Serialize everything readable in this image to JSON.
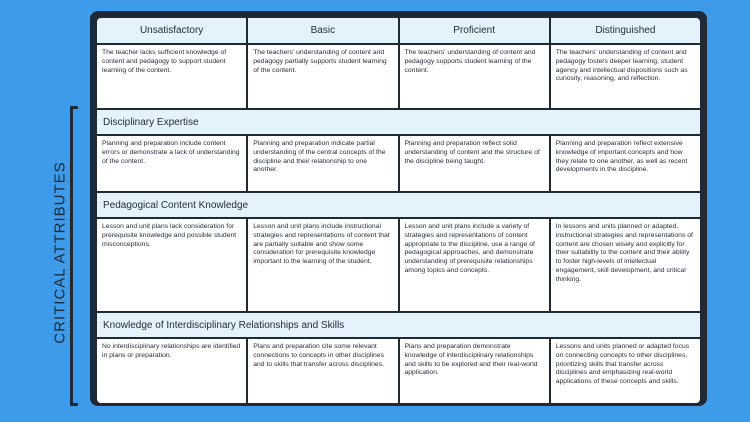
{
  "side_label": "CRITICAL ATTRIBUTES",
  "columns": [
    "Unsatisfactory",
    "Basic",
    "Proficient",
    "Distinguished"
  ],
  "overall_row": [
    "The teacher lacks sufficient knowledge of content and pedagogy to support student learning of the content.",
    "The teachers' understanding of content and pedagogy partially supports student learning of the content.",
    "The teachers' understanding of content and pedagogy supports student learning of the content.",
    "The teachers' understanding of content and pedagogy fosters deeper learning, student agency and intellectual dispositions such as curiosity, reasoning, and reflection."
  ],
  "sections": [
    {
      "title": "Disciplinary Expertise",
      "cells": [
        "Planning and preparation include content errors or demonstrate a lack of understanding of the content.",
        "Planning and preparation indicate partial understanding of the central concepts of the discipline and their relationship to one another.",
        "Planning and preparation reflect solid understanding of content and the structure of the discipline being taught.",
        "Planning and preparation reflect extensive knowledge of important concepts and how they relate to one another, as well as recent developments in the discipline."
      ]
    },
    {
      "title": "Pedagogical Content Knowledge",
      "cells": [
        "Lesson and unit plans lack consideration for prerequisite knowledge and possible student misconceptions.",
        "Lesson and unit plans include instructional strategies and representations of content that are partially suitable and show some consideration for prerequisite knowledge important to the learning of the student.",
        "Lesson and unit plans include a variety of strategies and representations of content appropriate to the discipline, use a range of pedagogical approaches, and demonstrate understanding of prerequisite relationships among topics and concepts.",
        "In lessons and units planned or adapted, instructional strategies and representations of content are chosen wisely and explicitly for their suitability to the content and their ability to foster high-levels of intellectual engagement, skill development, and critical thinking."
      ]
    },
    {
      "title": "Knowledge of Interdisciplinary Relationships and Skills",
      "cells": [
        "No interdisciplinary relationships are identified in plans or preparation.",
        "Plans and preparation cite some relevant connections to concepts in other disciplines and to skills that transfer across disciplines.",
        "Plans and preparation demonstrate knowledge of interdisciplinary relationships and skills to be explored and their real-world application.",
        "Lessons and units planned or adapted focus on connecting concepts to other disciplines, prioritizing skills that transfer across disciplines and emphasizing real-world applications of these concepts and skills."
      ]
    }
  ]
}
